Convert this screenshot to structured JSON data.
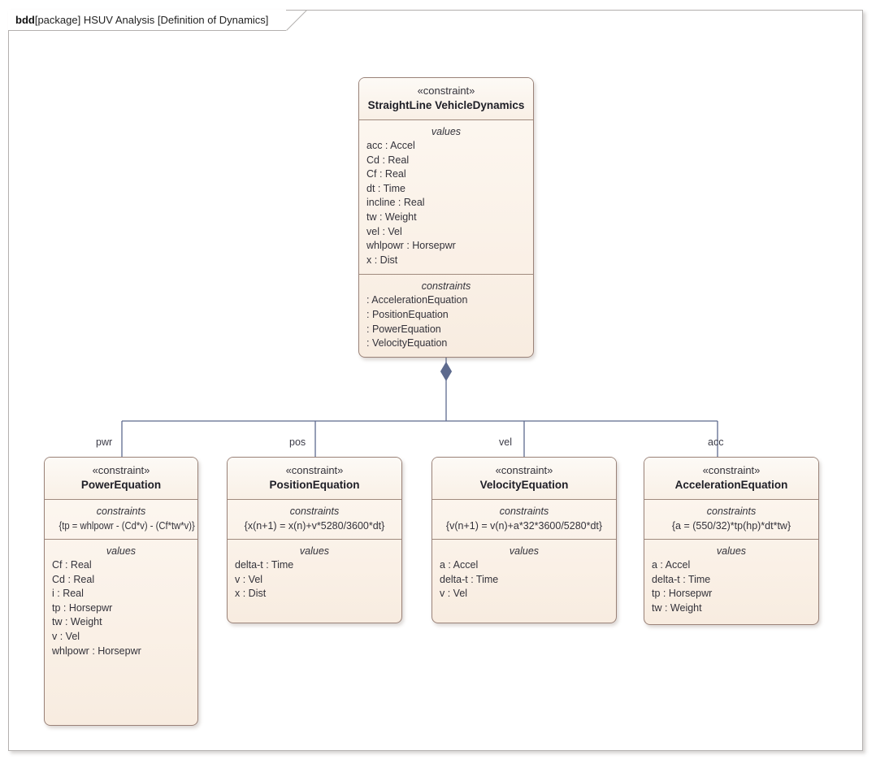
{
  "diagram": {
    "kind": "bdd",
    "header_rest": "[package] HSUV Analysis [Definition of Dynamics]",
    "frame_border_color": "#b3b0ae",
    "block_border_color": "#9a8278",
    "block_fill_top": "#fdf8f2",
    "block_fill_bottom": "#f8ece0",
    "connector_color": "#5d6a8e",
    "diamond_color": "#5d6a8e"
  },
  "main_block": {
    "stereotype": "«constraint»",
    "name": "StraightLine VehicleDynamics",
    "values_title": "values",
    "values": [
      "acc : Accel",
      "Cd : Real",
      "Cf : Real",
      "dt : Time",
      "incline : Real",
      "tw : Weight",
      "vel : Vel",
      "whlpowr : Horsepwr",
      "x : Dist"
    ],
    "constraints_title": "constraints",
    "constraints": [
      ": AccelerationEquation",
      ": PositionEquation",
      ": PowerEquation",
      ": VelocityEquation"
    ]
  },
  "associations": [
    {
      "role": "pwr",
      "target": "PowerEquation"
    },
    {
      "role": "pos",
      "target": "PositionEquation"
    },
    {
      "role": "vel",
      "target": "VelocityEquation"
    },
    {
      "role": "acc",
      "target": "AccelerationEquation"
    }
  ],
  "child_blocks": [
    {
      "id": "pwr",
      "stereotype": "«constraint»",
      "name": "PowerEquation",
      "constraints_title": "constraints",
      "expression": "{tp = whlpowr - (Cd*v) - (Cf*tw*v)}",
      "values_title": "values",
      "values": [
        "Cf : Real",
        "Cd : Real",
        "i : Real",
        "tp : Horsepwr",
        "tw : Weight",
        "v : Vel",
        "whlpowr : Horsepwr"
      ]
    },
    {
      "id": "pos",
      "stereotype": "«constraint»",
      "name": "PositionEquation",
      "constraints_title": "constraints",
      "expression": "{x(n+1) = x(n)+v*5280/3600*dt}",
      "values_title": "values",
      "values": [
        "delta-t : Time",
        "v : Vel",
        "x : Dist"
      ]
    },
    {
      "id": "vel",
      "stereotype": "«constraint»",
      "name": "VelocityEquation",
      "constraints_title": "constraints",
      "expression": "{v(n+1) = v(n)+a*32*3600/5280*dt}",
      "values_title": "values",
      "values": [
        "a : Accel",
        "delta-t : Time",
        "v : Vel"
      ]
    },
    {
      "id": "acc",
      "stereotype": "«constraint»",
      "name": "AccelerationEquation",
      "constraints_title": "constraints",
      "expression": "{a = (550/32)*tp(hp)*dt*tw}",
      "values_title": "values",
      "values": [
        "a : Accel",
        "delta-t : Time",
        "tp : Horsepwr",
        "tw : Weight"
      ]
    }
  ]
}
